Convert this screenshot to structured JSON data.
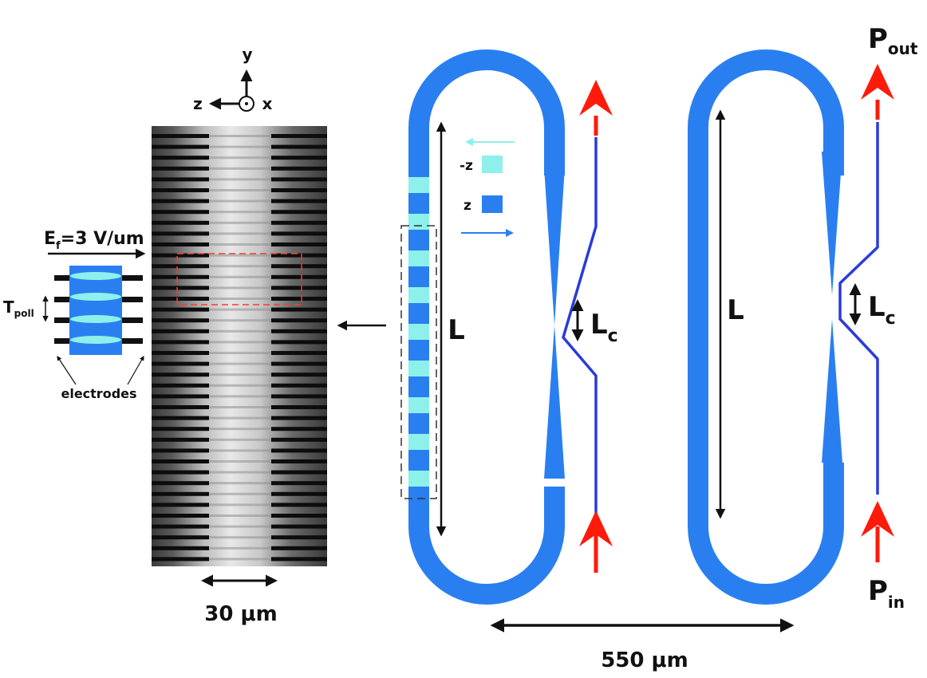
{
  "axes": {
    "y": "y",
    "z": "z",
    "x": "x"
  },
  "field": {
    "prefix": "E",
    "sub": "f",
    "rest": "=3 V/um"
  },
  "poling": {
    "label": "T",
    "sub": "poll"
  },
  "electrodes_label": "electrodes",
  "scale_30": "30 μm",
  "legend": {
    "neg": "-z",
    "pos": "z"
  },
  "length_label": "L",
  "coupling": {
    "label": "L",
    "sub": "c"
  },
  "power_out": {
    "label": "P",
    "sub": "out"
  },
  "power_in": {
    "label": "P",
    "sub": "in"
  },
  "scale_550": "550 μm",
  "colors": {
    "waveguide": "#2a7ff0",
    "domain_light": "#8ef0ea",
    "bus": "#2b3bd9",
    "arrow_red": "#ff1a0a",
    "dashed_red": "#ff3b2b"
  }
}
